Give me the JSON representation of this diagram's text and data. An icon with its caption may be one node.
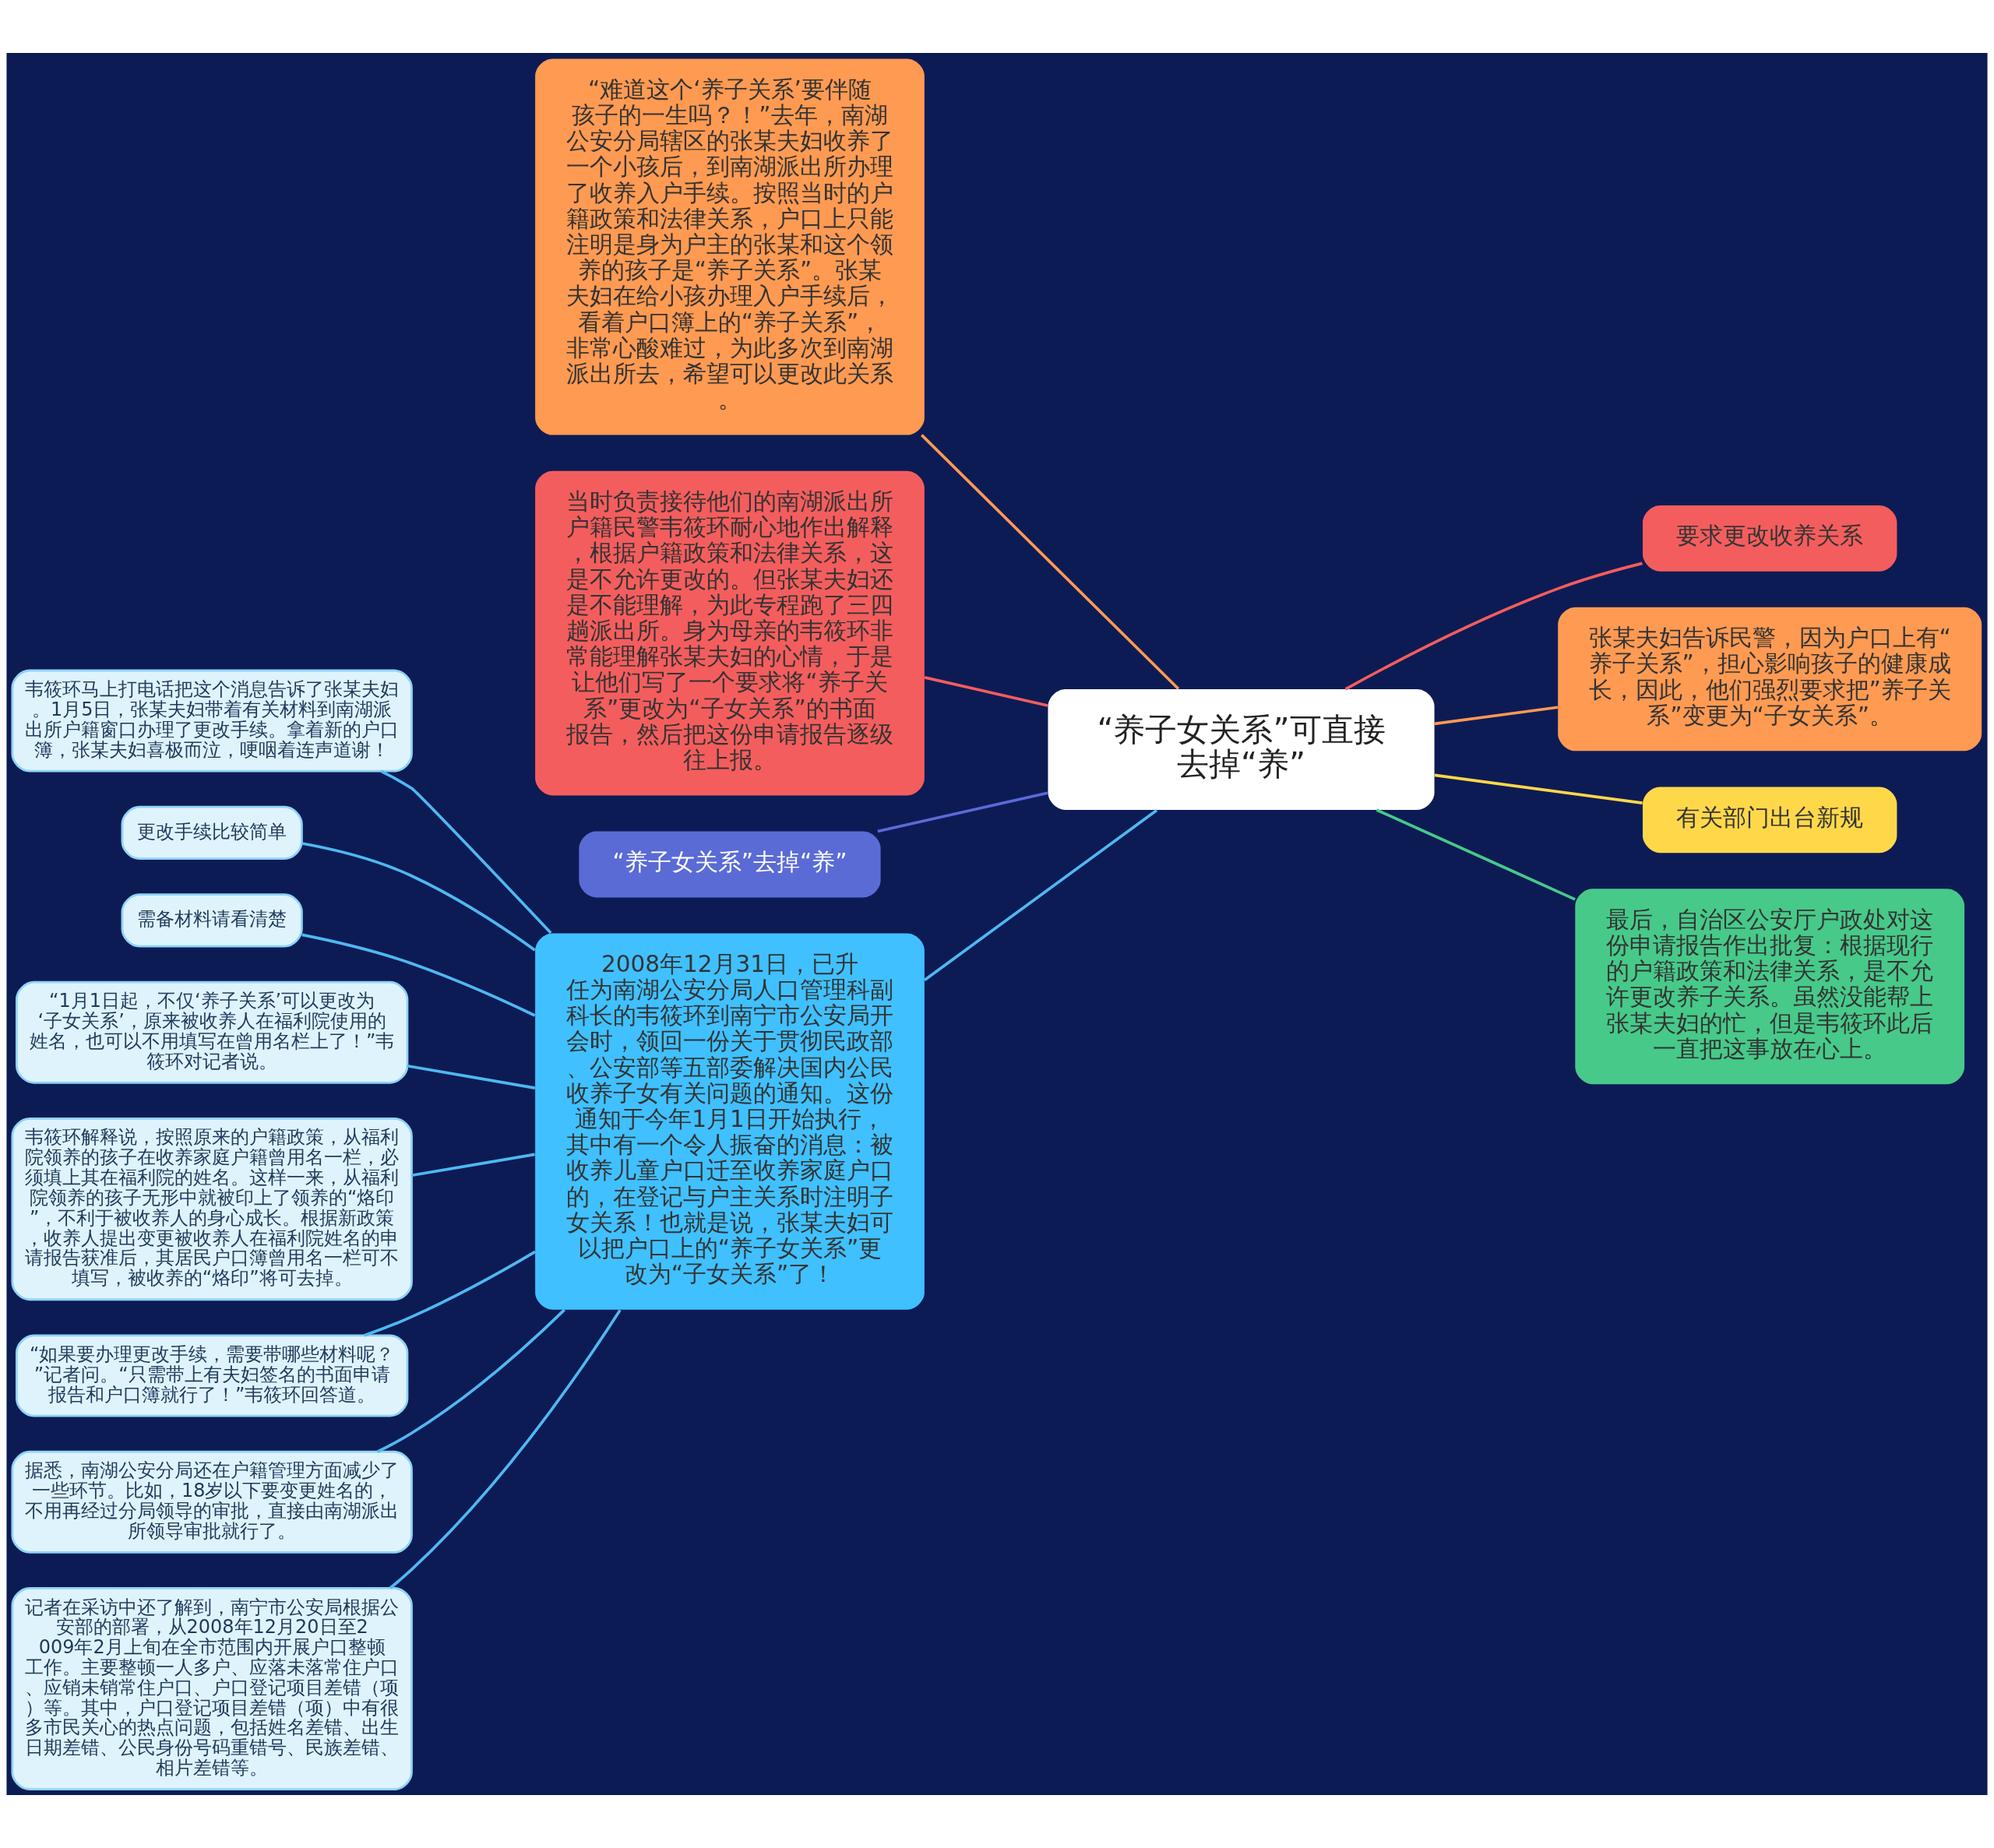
{
  "diagram": {
    "nodes": [
      {
        "text": [
          "“养子女关系”可直接去掉“养”"
        ]
      },
      {
        "text": [
          "“难道这个‘养子关系’要伴随孩子的一生吗？！”去年，南湖公安分局辖区的张某夫妇收养了一个小孩后，到南湖派出所办理了收养入户手续。按照当时的户籍政策和法律关系，户口上只能注明是身为户主的张某和这个领养的孩子是“养子关系”。张某夫妇在给小孩办理入户手续后，看着户口簿上的“养子关系”，非常心酸难过，为此多次到南湖派出所去，希望可以更改此关系。"
        ]
      },
      {
        "text": [
          "当时负责接待他们的南湖派出所户籍民警韦筱环耐心地作出解释，根据户籍政策和法律关系，这是不允许更改的。但张某夫妇还是不能理解，为此专程跑了三四趟派出所。身为母亲的韦筱环非常能理解张某夫妇的心情，于是让他们写了一个要求将“养子关系”更改为“子女关系”的书面报告，然后把这份申请报告逐级往上报。"
        ]
      },
      {
        "text": [
          "要求更改收养关系"
        ]
      },
      {
        "text": [
          "张某夫妇告诉民警，因为户口上有“养子关系”，担心影响孩子的健康成长，因此，他们强烈要求把”养子关系”变更为“子女关系”。"
        ]
      },
      {
        "text": [
          "“养子女关系”去掉“养”"
        ]
      },
      {
        "text": [
          "有关部门出台新规"
        ]
      },
      {
        "text": [
          "最后，自治区公安厅户政处对这份申请报告作出批复：根据现行的户籍政策和法律关系，是不允许更改养子关系。虽然没能帮上张某夫妇的忙，但是韦筱环此后一直把这事放在心上。"
        ]
      },
      {
        "text": [
          "2008年12月31日，已升任为南湖公安分局人口管理科副科长的韦筱环到南宁市公安局开会时，领回一份关于贯彻民政部、公安部等五部委解决国内公民收养子女有关问题的通知。这份通知于今年1月1日开始执行，其中有一个令人振奋的消息：被收养儿童户口迁至收养家庭户口的，在登记与户主关系时注明子女关系！也就是说，张某夫妇可以把户口上的“养子女关系”更改为“子女关系”了！"
        ]
      },
      {
        "text": [
          "韦筱环马上打电话把这个消息告诉了张某夫妇。1月5日，张某夫妇带着有关材料到南湖派出所户籍窗口办理了更改手续。拿着新的户口簿，张某夫妇喜极而泣，哽咽着连声道谢！"
        ]
      },
      {
        "text": [
          "更改手续比较简单"
        ]
      },
      {
        "text": [
          "需备材料请看清楚"
        ]
      },
      {
        "text": [
          "“1月1日起，不仅‘养子关系’可以更改为‘子女关系’，原来被收养人在福利院使用的姓名，也可以不用填写在曾用名栏上了！”韦筱环对记者说。"
        ]
      },
      {
        "text": [
          "韦筱环解释说，按照原来的户籍政策，从福利院领养的孩子在收养家庭户籍曾用名一栏，必须填上其在福利院的姓名。这样一来，从福利院领养的孩子无形中就被印上了领养的“烙印”，不利于被收养人的身心成长。根据新政策，收养人提出变更被收养人在福利院姓名的申请报告获准后，其居民户口簿曾用名一栏可不填写，被收养的“烙印”将可去掉。"
        ]
      },
      {
        "text": [
          "“如果要办理更改手续，需要带哪些材料呢？”记者问。“只需带上有夫妇签名的书面申请报告和户口簿就行了！”韦筱环回答道。"
        ]
      },
      {
        "text": [
          "据悉，南湖公安分局还在户籍管理方面减少了一些环节。比如，18岁以下要变更姓名的，不用再经过分局领导的审批，直接由南湖派出所领导审批就行了。"
        ]
      },
      {
        "text": [
          "记者在采访中还了解到，南宁市公安局根据公安部的部署，从2008年12月20日至2009年2月上旬在全市范围内开展户口整顿工作。主要整顿一人多户、应落未落常住户口、应销未销常住户口、户口登记项目差错（项）等。其中，户口登记项目差错（项）中有很多市民关心的热点问题，包括姓名差错、出生日期差错、公民身份号码重错号、民族差错、相片差错等。"
        ]
      }
    ],
    "edges": [
      {
        "from": 0,
        "to": 1,
        "arrow": "none",
        "color": "#ff9a52"
      },
      {
        "from": 0,
        "to": 2,
        "arrow": "none",
        "color": "#f45d5d"
      },
      {
        "from": 0,
        "to": 3,
        "arrow": "none",
        "color": "#f45d5d"
      },
      {
        "from": 0,
        "to": 4,
        "arrow": "none",
        "color": "#ff9a52"
      },
      {
        "from": 0,
        "to": 5,
        "arrow": "none",
        "color": "#5a6bd6"
      },
      {
        "from": 0,
        "to": 6,
        "arrow": "none",
        "color": "#ffd84a"
      },
      {
        "from": 0,
        "to": 7,
        "arrow": "none",
        "color": "#47c98a"
      },
      {
        "from": 0,
        "to": 8,
        "arrow": "none"
      },
      {
        "from": 8,
        "to": 9,
        "arrow": "none"
      },
      {
        "from": 8,
        "to": 10,
        "arrow": "none"
      },
      {
        "from": 8,
        "to": 11,
        "arrow": "none"
      },
      {
        "from": 8,
        "to": 12,
        "arrow": "none"
      },
      {
        "from": 8,
        "to": 13,
        "arrow": "none"
      },
      {
        "from": 8,
        "to": 14,
        "arrow": "none"
      },
      {
        "from": 8,
        "to": 15,
        "arrow": "none"
      },
      {
        "from": 8,
        "to": 16,
        "arrow": "none"
      }
    ]
  }
}
